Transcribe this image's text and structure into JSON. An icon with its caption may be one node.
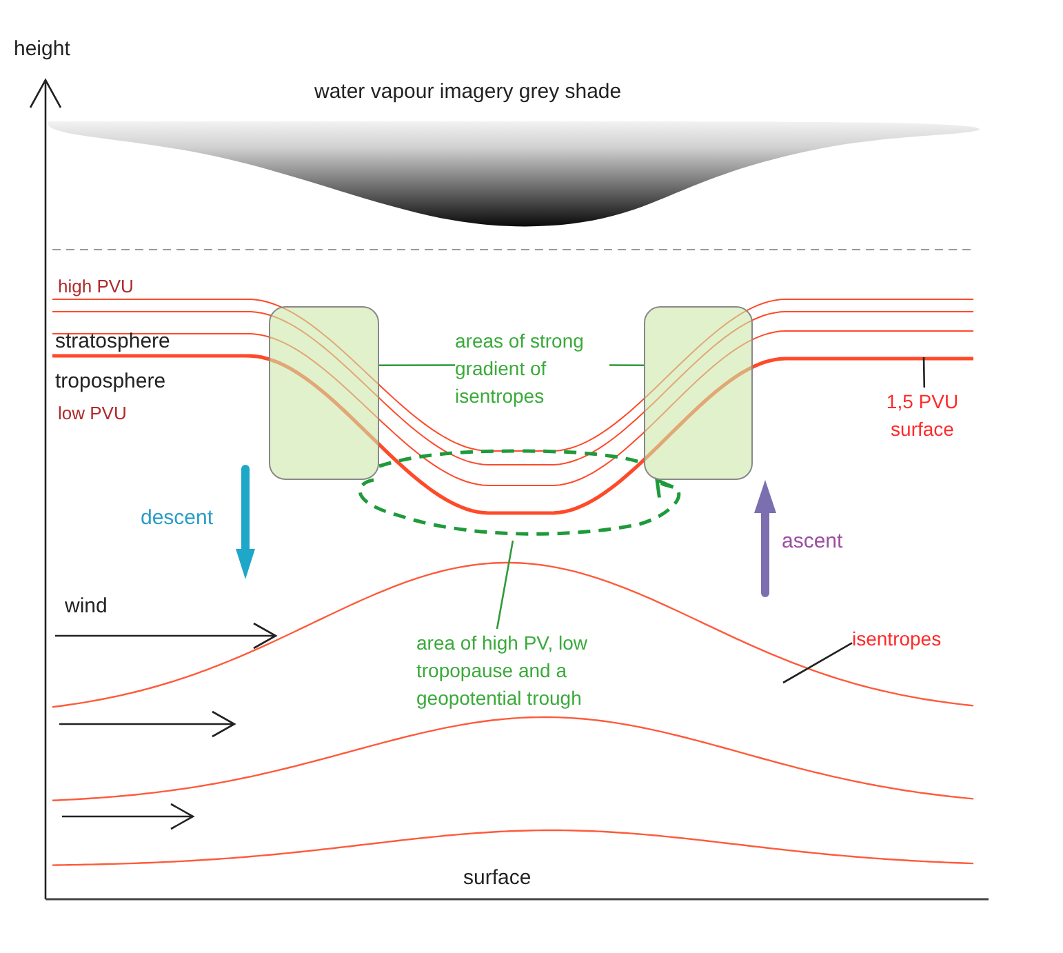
{
  "diagram": {
    "nodes": [
      {
        "text": [
          "areas of strong gradient of isentropes"
        ]
      },
      {
        "text": [],
        "shape": "box"
      },
      {
        "text": [],
        "shape": "box"
      },
      {
        "text": [
          "1,5 PVU surface"
        ]
      },
      {
        "text": [
          "area of high PV, low tropopause and a geopotential trough"
        ]
      },
      {
        "text": [
          "isentropes"
        ]
      },
      {
        "text": [],
        "shape": "band",
        "beside": [
          "water vapour imagery grey shade"
        ]
      }
    ],
    "edges": [
      {
        "from": 0,
        "to": 1,
        "arrow": "none"
      },
      {
        "from": 0,
        "to": 2,
        "arrow": "none"
      },
      {
        "from": 3,
        "to": null,
        "arrow": "none",
        "color": "#222222"
      },
      {
        "from": 4,
        "to": null,
        "arrow": "none"
      },
      {
        "from": 5,
        "to": null,
        "arrow": "none",
        "color": "#222222"
      },
      {
        "from": 1,
        "to": 2,
        "arrow": "to",
        "style": "dashed",
        "color": "#1e9a3a"
      }
    ],
    "labels": [
      "height",
      "high PVU",
      "stratosphere",
      "troposphere",
      "low PVU",
      "descent",
      "ascent",
      "wind",
      "surface"
    ]
  }
}
